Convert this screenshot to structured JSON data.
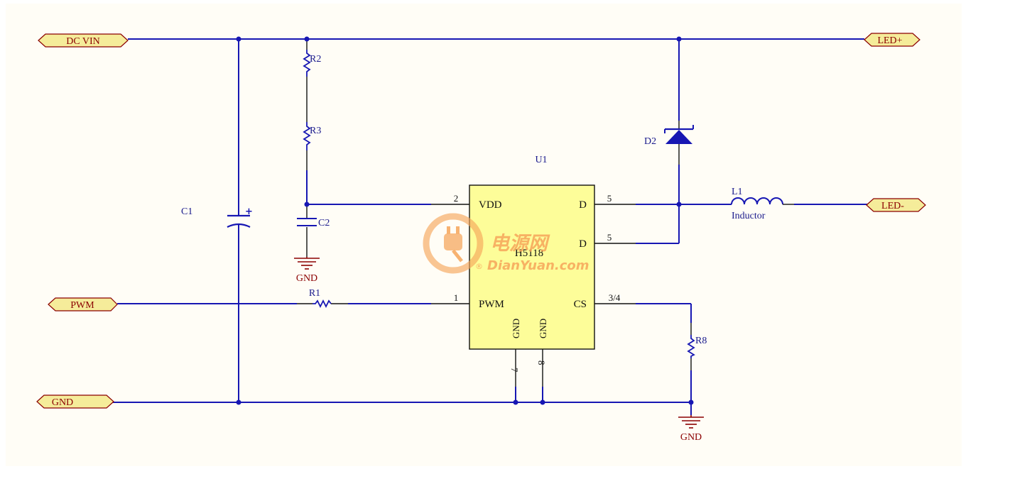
{
  "ports": {
    "dc_vin": "DC VIN",
    "pwm": "PWM",
    "gnd": "GND",
    "led_plus": "LED+",
    "led_minus": "LED-"
  },
  "components": {
    "c1": "C1",
    "c2": "C2",
    "r1": "R1",
    "r2": "R2",
    "r3": "R3",
    "r8": "R8",
    "d2": "D2",
    "l1": "L1",
    "l1_value": "Inductor",
    "u1": "U1"
  },
  "ic": {
    "name": "H5118",
    "vdd": "VDD",
    "pwm": "PWM",
    "d_top": "D",
    "d_bottom": "D",
    "cs": "CS",
    "gnd_left": "GND",
    "gnd_right": "GND",
    "pin_vdd": "2",
    "pin_pwm": "1",
    "pin_d_top": "5",
    "pin_d_bottom": "5",
    "pin_cs": "3/4",
    "pin_gnd_left": "7",
    "pin_gnd_right": "8"
  },
  "ground_labels": {
    "c2_gnd": "GND",
    "r8_gnd": "GND"
  },
  "watermark": {
    "cn": "电源网",
    "en": "DianYuan.com",
    "reg": "®"
  },
  "colors": {
    "wire": "#1717b3",
    "ic_fill": "#fdfd99",
    "port_fill": "#f5ec9a",
    "port_text": "#8b0000",
    "ground": "#8b0000",
    "sheet": "#fffdf6",
    "watermark": "#f6a55a"
  }
}
